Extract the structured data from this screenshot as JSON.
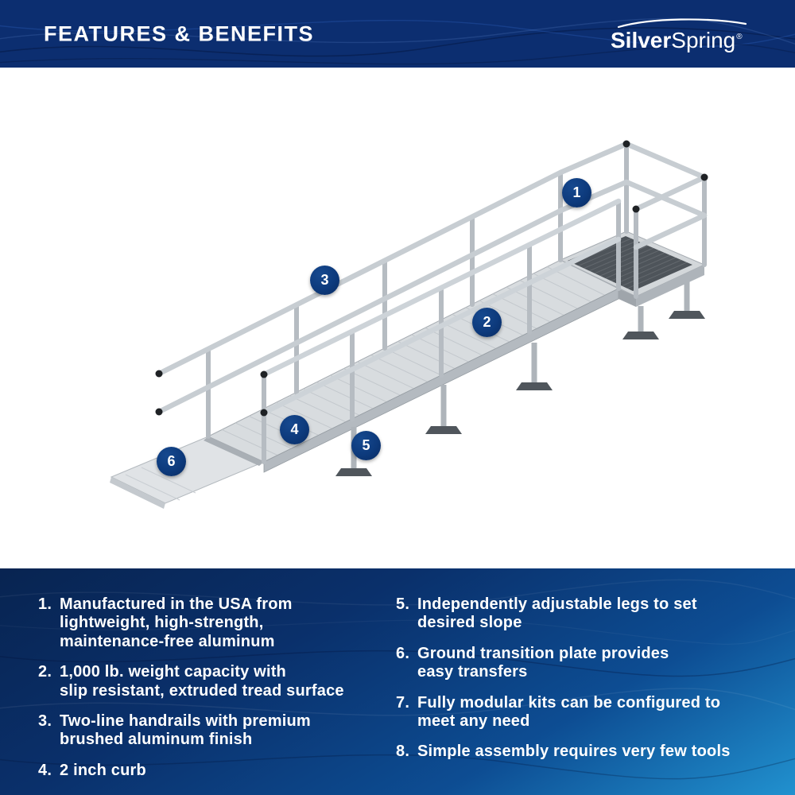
{
  "header": {
    "title": "FEATURES & BENEFITS",
    "brand_first": "Silver",
    "brand_second": "Spring",
    "brand_mark": "®"
  },
  "diagram": {
    "description": "Isometric illustration of a modular aluminum wheelchair ramp with two-line handrails, top platform and ground transition plate",
    "callouts": [
      {
        "n": "1"
      },
      {
        "n": "2"
      },
      {
        "n": "3"
      },
      {
        "n": "4"
      },
      {
        "n": "5"
      },
      {
        "n": "6"
      }
    ]
  },
  "features": {
    "left": [
      {
        "num": "1.",
        "text": "Manufactured in the USA from\nlightweight, high-strength,\nmaintenance-free aluminum"
      },
      {
        "num": "2.",
        "text": "1,000 lb. weight capacity with\nslip resistant, extruded tread surface"
      },
      {
        "num": "3.",
        "text": "Two-line handrails with premium\nbrushed aluminum finish"
      },
      {
        "num": "4.",
        "text": "2 inch curb"
      }
    ],
    "right": [
      {
        "num": "5.",
        "text": "Independently adjustable legs to set\ndesired slope"
      },
      {
        "num": "6.",
        "text": "Ground transition plate provides\neasy transfers"
      },
      {
        "num": "7.",
        "text": "Fully modular kits can be configured to\nmeet any need"
      },
      {
        "num": "8.",
        "text": "Simple assembly requires very few tools"
      }
    ]
  },
  "colors": {
    "header_bg": "#0c2e70",
    "footer_gradient_start": "#082451",
    "footer_gradient_end": "#2191cf",
    "callout_bg": "#0d3a7c",
    "text": "#ffffff",
    "ramp_metal": "#d8dcdf"
  }
}
